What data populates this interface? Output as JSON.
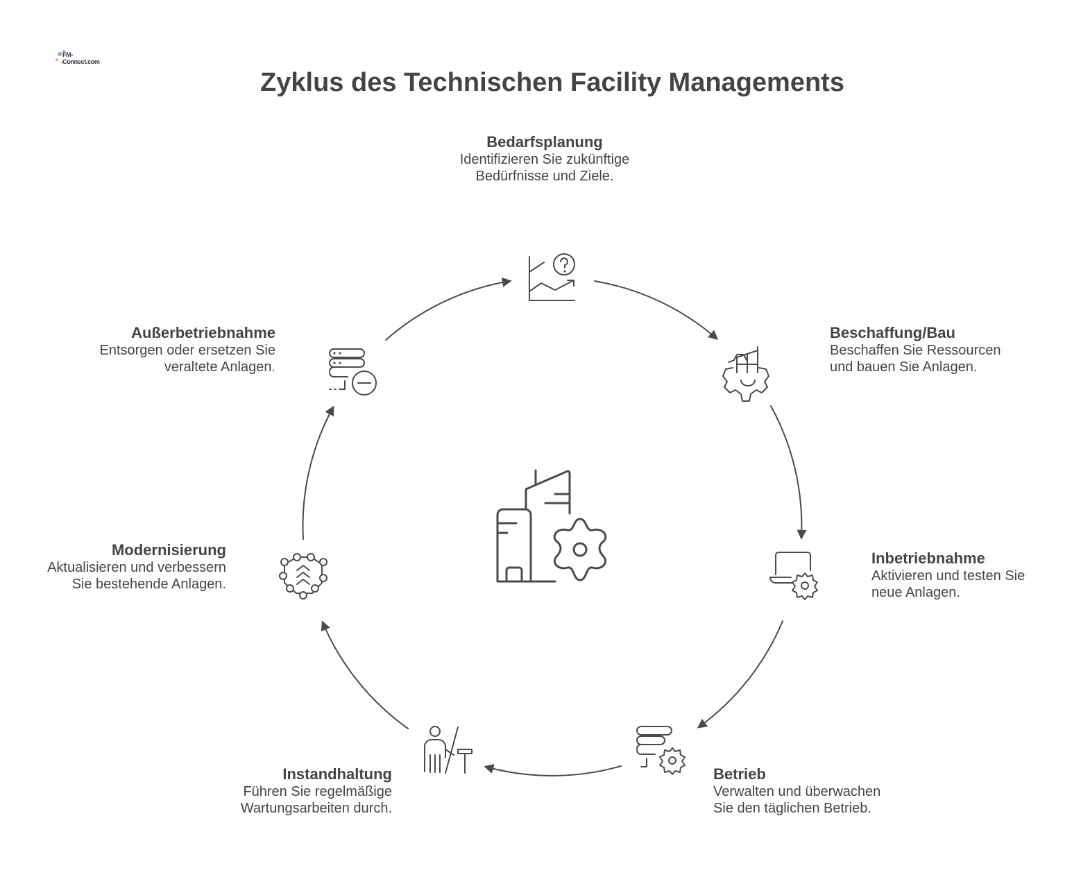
{
  "logo": {
    "text": "FM-Connect.com"
  },
  "title": "Zyklus des Technischen Facility Managements",
  "stages": [
    {
      "name": "Bedarfsplanung",
      "text": "Identifizieren Sie zukünftige Bedürfnisse und Ziele.",
      "icon": "chart-question-icon"
    },
    {
      "name": "Beschaffung/Bau",
      "text": "Beschaffen Sie Ressourcen und bauen Sie Anlagen.",
      "icon": "building-gear-icon"
    },
    {
      "name": "Inbetriebnahme",
      "text": "Aktivieren und testen Sie neue Anlagen.",
      "icon": "laptop-gear-icon"
    },
    {
      "name": "Betrieb",
      "text": "Verwalten und überwachen Sie den täglichen Betrieb.",
      "icon": "server-gear-icon"
    },
    {
      "name": "Instandhaltung",
      "text": "Führen Sie regelmäßige Wartungsarbeiten durch.",
      "icon": "worker-roller-icon"
    },
    {
      "name": "Modernisierung",
      "text": "Aktualisieren und verbessern Sie bestehende Anlagen.",
      "icon": "upgrade-network-icon"
    },
    {
      "name": "Außerbetriebnahme",
      "text": "Entsorgen oder ersetzen Sie veraltete Anlagen.",
      "icon": "server-minus-icon"
    }
  ],
  "center_icon": "buildings-gear-icon",
  "colors": {
    "stroke": "#4a4a4a",
    "text": "#444444"
  }
}
